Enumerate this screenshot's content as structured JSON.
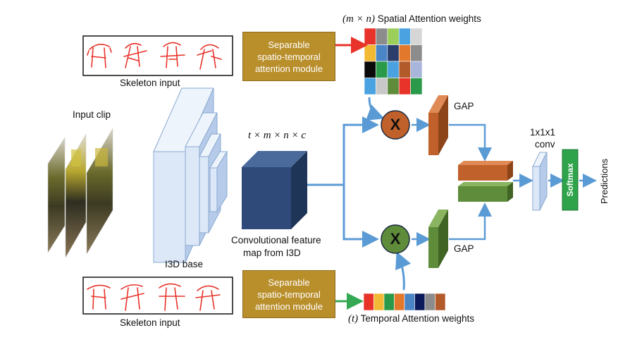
{
  "labels": {
    "input_clip": "Input clip",
    "skeleton_input_top": "Skeleton input",
    "skeleton_input_bottom": "Skeleton input",
    "i3d_base": "I3D base",
    "feature_map_line1": "Convolutional feature",
    "feature_map_line2": "map from I3D",
    "feature_dims": "t × m × n × c",
    "spatial_weights_prefix": "(m × n)",
    "spatial_weights_text": " Spatial Attention weights",
    "temporal_weights_prefix": "(t)",
    "temporal_weights_text": " Temporal Attention weights",
    "module_top_line1": "Separable",
    "module_top_line2": "spatio-temporal",
    "module_top_line3": "attention module",
    "module_bottom_line1": "Separable",
    "module_bottom_line2": "spatio-temporal",
    "module_bottom_line3": "attention module",
    "gap_top": "GAP",
    "gap_bottom": "GAP",
    "conv_line1": "1x1x1",
    "conv_line2": "conv",
    "softmax": "Softmax",
    "predictions": "Predictions",
    "multiply_top": "X",
    "multiply_bottom": "X"
  },
  "spatial_grid_colors": [
    [
      "#e8332a",
      "#8c8c8c",
      "#9ccf5a",
      "#4aa3e0",
      "#d6d6d6"
    ],
    [
      "#f2b935",
      "#4a86c5",
      "#2b3d6b",
      "#e2782c",
      "#8c8c8c"
    ],
    [
      "#0a0a0a",
      "#2a9a4a",
      "#4aa3e0",
      "#b35a2a",
      "#a8b6dc"
    ],
    [
      "#4aa3e0",
      "#c8c8c8",
      "#5e8c3a",
      "#e8332a",
      "#2a9a4a"
    ]
  ],
  "temporal_bar_colors": [
    "#e8332a",
    "#f2b935",
    "#2a9a4a",
    "#e2782c",
    "#4a86c5",
    "#0a1a5a",
    "#8c8c8c",
    "#b35a2a"
  ],
  "colors": {
    "arrow_blue": "#5b9bd5",
    "arrow_red": "#e8332a",
    "arrow_green": "#34a853",
    "module_gold": "#b98f2c",
    "feature_map_navy": "#2f4a78",
    "gap_orange": "#c0602a",
    "gap_green": "#5e8c3a",
    "softmax_green": "#2ea34a",
    "i3d_light_blue": "#dce8f8"
  }
}
